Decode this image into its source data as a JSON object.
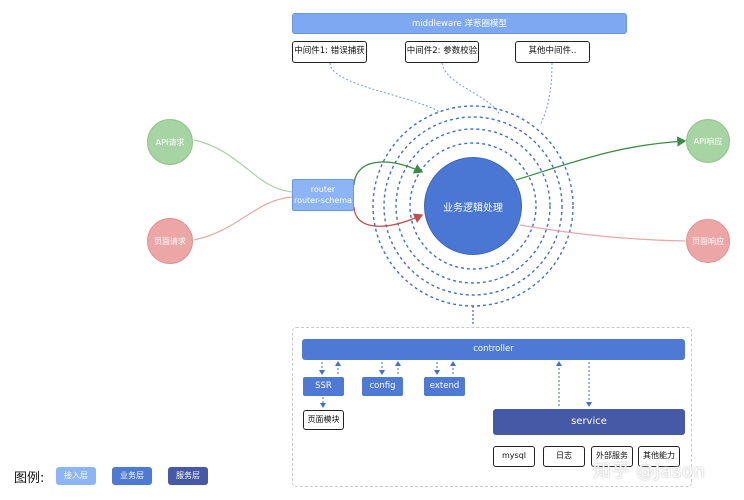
{
  "title": "middleware 洋葱圈模型",
  "middlewares": [
    "中间件1: 错误捕获",
    "中间件2: 参数校验",
    "其他中间件.."
  ],
  "inputs": {
    "api_request": "API请求",
    "page_request": "页面请求"
  },
  "outputs": {
    "api_response": "API响应",
    "page_response": "页面响应"
  },
  "router": {
    "line1": "router",
    "line2": "router-schema"
  },
  "core": "业务逻辑处理",
  "controller": "controller",
  "controller_children": [
    "SSR",
    "config",
    "extend"
  ],
  "page_module": "页面模块",
  "service": "service",
  "service_children": [
    "mysql",
    "日志",
    "外部服务",
    "其他能力"
  ],
  "legend": {
    "label": "图例:",
    "items": [
      {
        "label": "接入层",
        "color": "#8db4f4"
      },
      {
        "label": "业务层",
        "color": "#4e79d5"
      },
      {
        "label": "服务层",
        "color": "#4659a7"
      }
    ]
  },
  "watermark": "知乎 @Jason",
  "colors": {
    "request_green": "#7dbb78",
    "request_red": "#d56a6a",
    "dotted_blue": "#3f6fd0"
  }
}
